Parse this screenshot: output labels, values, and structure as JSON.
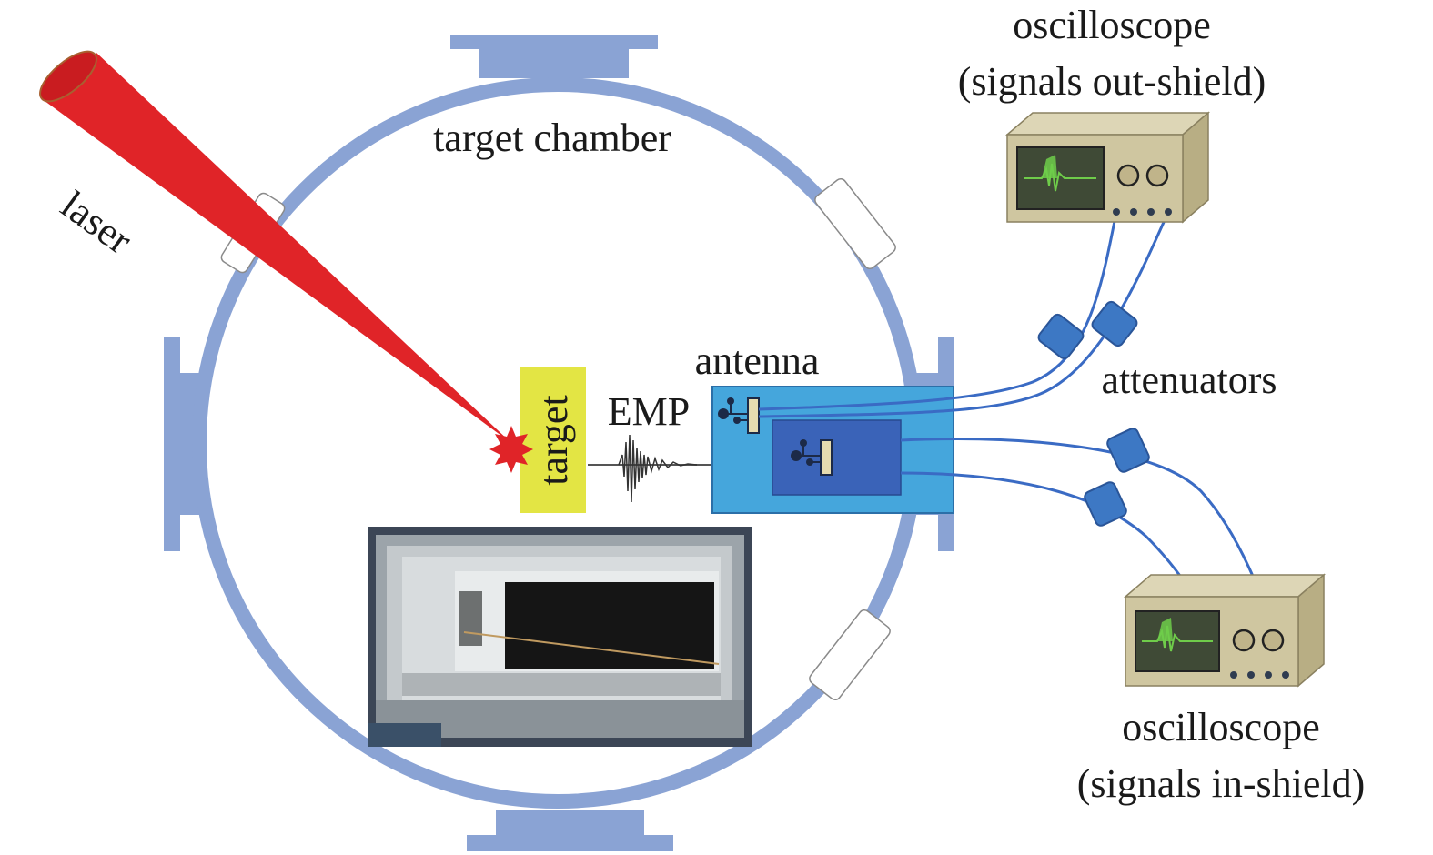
{
  "labels": {
    "laser": "laser",
    "target_chamber": "target chamber",
    "target": "target",
    "emp": "EMP",
    "antenna": "antenna",
    "attenuators": "attenuators",
    "osc_top_line1": "oscilloscope",
    "osc_top_line2": "(signals out-shield)",
    "osc_bottom_line1": "oscilloscope",
    "osc_bottom_line2": "(signals in-shield)"
  },
  "colors": {
    "chamber": "#8aa3d4",
    "laser": "#e02428",
    "target": "#e3e544",
    "antenna_outer": "#45a6dc",
    "antenna_inner": "#3a63b8",
    "cable": "#3a6bc4",
    "attenuator": "#3d78c4",
    "oscilloscope_body": "#cfc6a0",
    "screen": "#3f4a36",
    "trace": "#6fcc4a"
  },
  "icons": {
    "laser_beam": "laser-beam-icon",
    "target_spot": "starburst-icon",
    "emp_wave": "waveform-icon",
    "antenna_element": "antenna-element-icon",
    "oscilloscope": "oscilloscope-icon",
    "attenuator": "attenuator-icon",
    "photo": "antenna-photo"
  }
}
